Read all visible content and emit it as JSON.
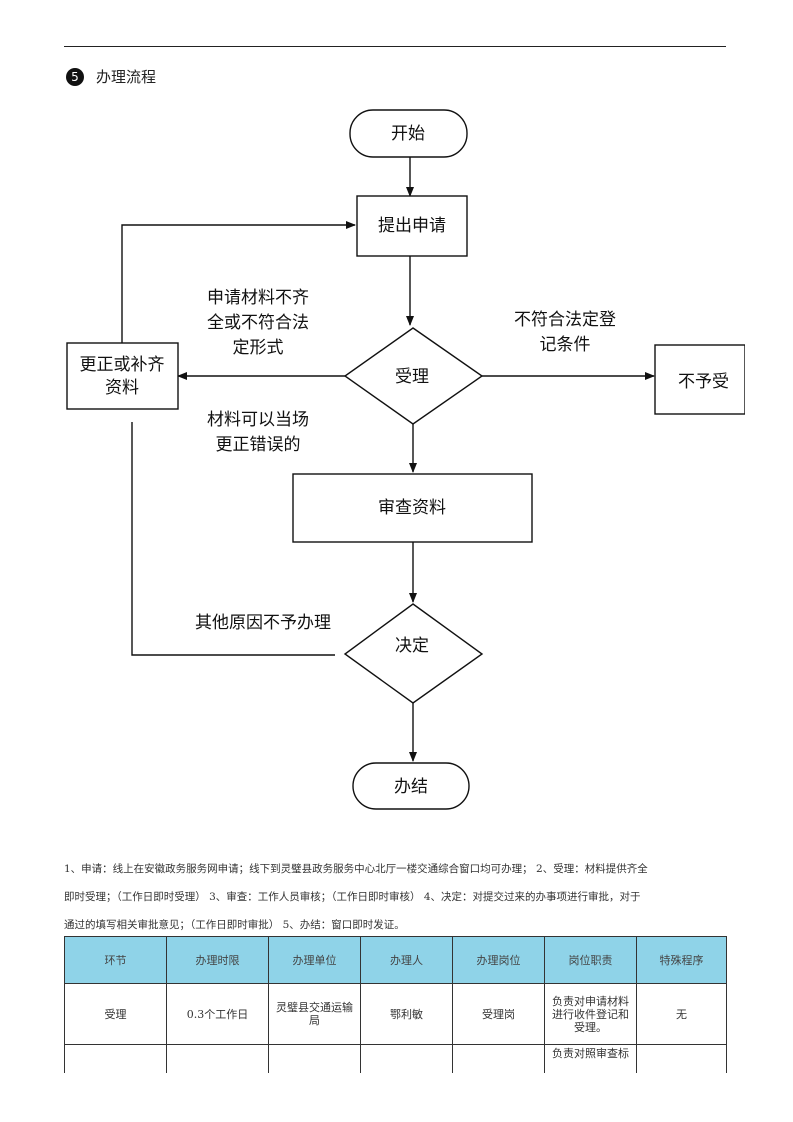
{
  "section": {
    "number": "5",
    "title": "办理流程"
  },
  "flowchart": {
    "start": "开始",
    "apply": "提出申请",
    "accept": "受理",
    "supplement": [
      "更正或补齐",
      "资料"
    ],
    "reject": "不予受",
    "review": "审查资料",
    "decide": "决定",
    "finish": "办结",
    "label_incomplete": [
      "申请材料不齐",
      "全或不符合法",
      "定形式"
    ],
    "label_not_legal": [
      "不符合法定登",
      "记条件"
    ],
    "label_correct_on_site": [
      "材料可以当场",
      "更正错误的"
    ],
    "label_other_reason": "其他原因不予办理"
  },
  "description": [
    "1、申请：线上在安徽政务服务网申请；线下到灵璧县政务服务中心北厅一楼交通综合窗口均可办理；  2、受理：材料提供齐全",
    "即时受理；（工作日即时受理） 3、审查：工作人员审核；（工作日即时审核） 4、决定：对提交过来的办事项进行审批，对于",
    "通过的填写相关审批意见；（工作日即时审批） 5、办结：窗口即时发证。"
  ],
  "table": {
    "headers": [
      "环节",
      "办理时限",
      "办理单位",
      "办理人",
      "办理岗位",
      "岗位职责",
      "特殊程序"
    ],
    "rows": [
      [
        "受理",
        "0.3个工作日",
        "灵璧县交通运输局",
        "鄂利敏",
        "受理岗",
        "负责对申请材料进行收件登记和受理。",
        "无"
      ],
      [
        "",
        "",
        "",
        "",
        "",
        "负责对照审查标",
        ""
      ]
    ]
  }
}
